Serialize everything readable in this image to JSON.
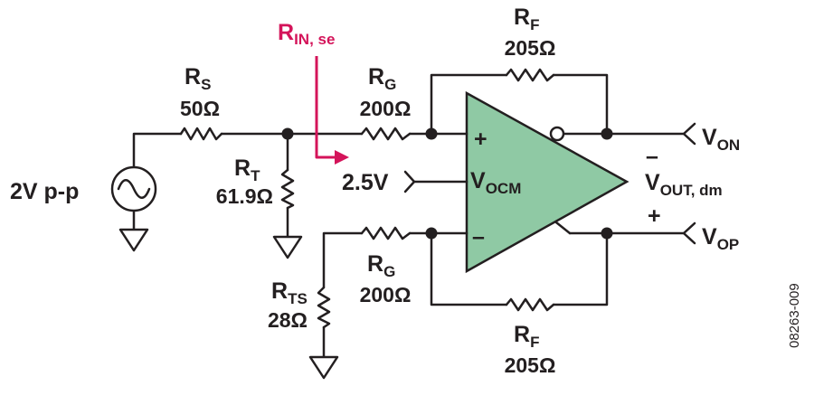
{
  "figure_id": "08263-009",
  "colors": {
    "wire": "#231f20",
    "opamp_fill": "#8fc9a4",
    "annotation": "#d4145a"
  },
  "annotation": {
    "main": "R",
    "sub": "IN, se"
  },
  "source": {
    "label": "2V p-p",
    "icon": "sine-wave-source-icon"
  },
  "resistors": {
    "rs": {
      "name": "R",
      "sub": "S",
      "value": "50Ω"
    },
    "rt": {
      "name": "R",
      "sub": "T",
      "value": "61.9Ω"
    },
    "rg_top": {
      "name": "R",
      "sub": "G",
      "value": "200Ω"
    },
    "rg_bot": {
      "name": "R",
      "sub": "G",
      "value": "200Ω"
    },
    "rf_top": {
      "name": "R",
      "sub": "F",
      "value": "205Ω"
    },
    "rf_bot": {
      "name": "R",
      "sub": "F",
      "value": "205Ω"
    },
    "rts": {
      "name": "R",
      "sub": "TS",
      "value": "28Ω"
    }
  },
  "opamp": {
    "plus": "+",
    "minus": "–",
    "vocm_main": "V",
    "vocm_sub": "OCM"
  },
  "vocm_input": "2.5V",
  "outputs": {
    "von": {
      "main": "V",
      "sub": "ON"
    },
    "vop": {
      "main": "V",
      "sub": "OP"
    },
    "vout": {
      "main": "V",
      "sub": "OUT, dm"
    },
    "minus": "–",
    "plus": "+"
  }
}
